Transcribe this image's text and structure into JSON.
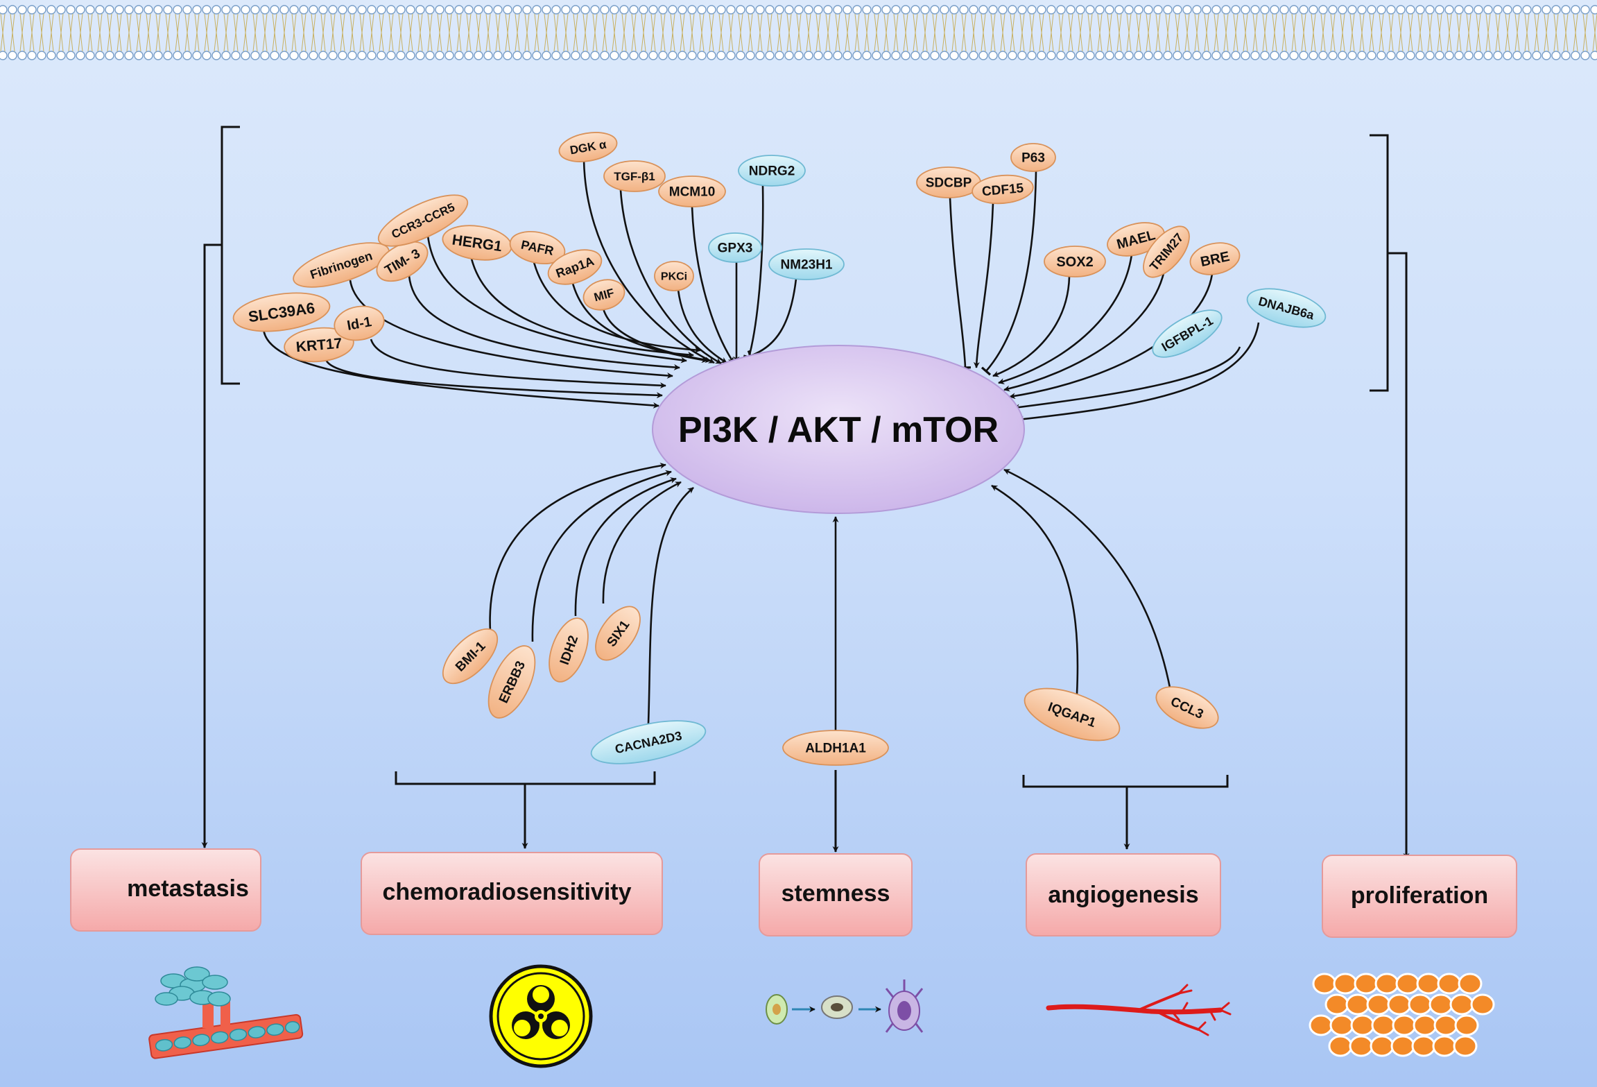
{
  "hub": {
    "label": "PI3K / AKT / mTOR"
  },
  "nodes": {
    "slc39a6": "SLC39A6",
    "krt17": "KRT17",
    "id1": "Id-1",
    "fibrinogen": "Fibrinogen",
    "tim3": "TIM- 3",
    "ccr3ccr5": "CCR3-CCR5",
    "herg1": "HERG1",
    "pafr": "PAFR",
    "rap1a": "Rap1A",
    "mif": "MIF",
    "dgka": "DGK α",
    "tgfb1": "TGF-β1",
    "pkci": "PKCi",
    "mcm10": "MCM10",
    "gpx3": "GPX3",
    "ndrg2": "NDRG2",
    "nm23h1": "NM23H1",
    "sdcbp": "SDCBP",
    "cdf15": "CDF15",
    "p63": "P63",
    "sox2": "SOX2",
    "mael": "MAEL",
    "trim27": "TRIM27",
    "bre": "BRE",
    "igfbpl1": "IGFBPL-1",
    "dnajb6a": "DNAJB6a",
    "bmi1": "BMI-1",
    "erbb3": "ERBB3",
    "idh2": "IDH2",
    "six1": "SIX1",
    "cacna2d3": "CACNA2D3",
    "aldh1a1": "ALDH1A1",
    "iqgap1": "IQGAP1",
    "ccl3": "CCL3"
  },
  "outcomes": {
    "metastasis": "metastasis",
    "chemoradiosensitivity": "chemoradiosensitivity",
    "stemness": "stemness",
    "angiogenesis": "angiogenesis",
    "proliferation": "proliferation"
  },
  "colors": {
    "promoter": "#f7c9a2",
    "suppressor": "#bfe8f4",
    "hub": "#d9c6ef",
    "outcome": "#f8c2c2",
    "line": "#111111"
  },
  "icons": {
    "metastasis": "vessel-invasion-icon",
    "chemoradiosensitivity": "biohazard-icon",
    "stemness": "cell-differentiation-icon",
    "angiogenesis": "blood-vessel-icon",
    "proliferation": "cell-cluster-icon"
  }
}
